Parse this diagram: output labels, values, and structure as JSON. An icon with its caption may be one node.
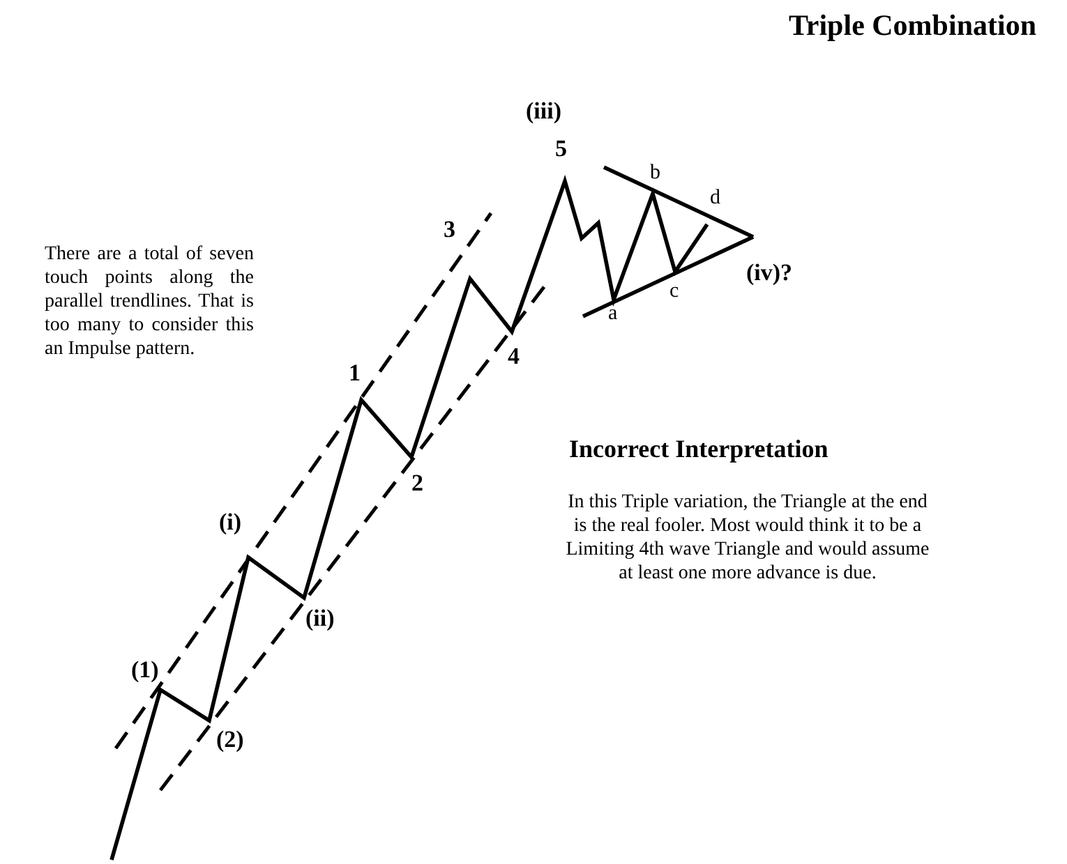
{
  "diagram": {
    "title": "Triple Combination",
    "labels": [
      "(iii)",
      "5",
      "b",
      "3",
      "d",
      "There are a total of seven touch points along the parallel trendlines. That is too many to consider this an Impulse pattern.",
      "(iv)?",
      "c",
      "a",
      "4",
      "1",
      "Incorrect Interpretation",
      "2",
      "In this Triple variation, the Triangle at the end is the real fooler. Most would think it to be a Limiting 4th wave Triangle and would assume at least one more advance is due.",
      "(i)",
      "(ii)",
      "(1)",
      "(2)"
    ]
  }
}
